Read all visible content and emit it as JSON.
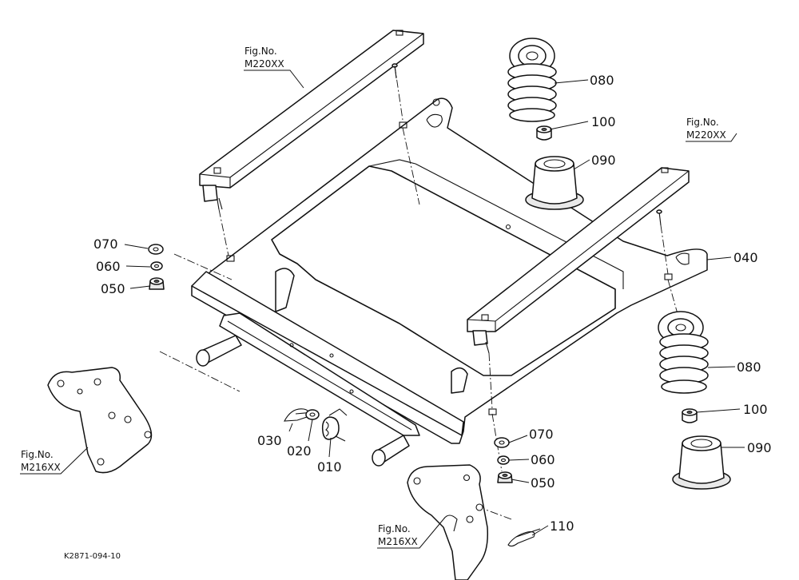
{
  "parts": [
    {
      "id": "p070a",
      "number": "070"
    },
    {
      "id": "p060a",
      "number": "060"
    },
    {
      "id": "p050a",
      "number": "050"
    },
    {
      "id": "p080a",
      "number": "080"
    },
    {
      "id": "p100a",
      "number": "100"
    },
    {
      "id": "p090a",
      "number": "090"
    },
    {
      "id": "p040",
      "number": "040"
    },
    {
      "id": "p080b",
      "number": "080"
    },
    {
      "id": "p100b",
      "number": "100"
    },
    {
      "id": "p090b",
      "number": "090"
    },
    {
      "id": "p070b",
      "number": "070"
    },
    {
      "id": "p060b",
      "number": "060"
    },
    {
      "id": "p050b",
      "number": "050"
    },
    {
      "id": "p030",
      "number": "030"
    },
    {
      "id": "p020",
      "number": "020"
    },
    {
      "id": "p010",
      "number": "010"
    },
    {
      "id": "p110",
      "number": "110"
    }
  ],
  "figure_refs": [
    {
      "id": "fr1",
      "label": "Fig.No.",
      "code": "M220XX"
    },
    {
      "id": "fr2",
      "label": "Fig.No.",
      "code": "M220XX"
    },
    {
      "id": "fr3",
      "label": "Fig.No.",
      "code": "M216XX"
    },
    {
      "id": "fr4",
      "label": "Fig.No.",
      "code": "M216XX"
    }
  ],
  "drawing_code": "K2871-094-10"
}
